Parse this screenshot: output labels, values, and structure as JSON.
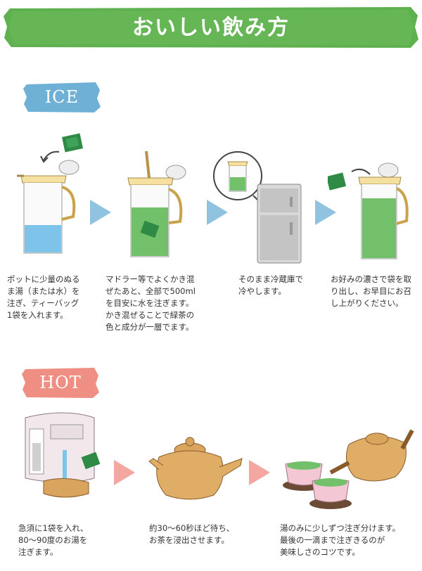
{
  "title": "おいしい飲み方",
  "ice": {
    "label": "ICE",
    "steps": [
      {
        "lines": [
          "ポットに少量のぬる",
          "ま湯（または水）を",
          "注ぎ、ティーバッグ",
          "1袋を入れます。"
        ]
      },
      {
        "lines": [
          "マドラー等でよくかき混",
          "ぜたあと、全部で500ml",
          "を目安に水を注ぎます。",
          "かき混ぜることで緑茶の",
          "色と成分が一層でます。"
        ]
      },
      {
        "lines": [
          "そのまま冷蔵庫で",
          "冷やします。"
        ]
      },
      {
        "lines": [
          "お好みの濃さで袋を取",
          "り出し、お早目にお召",
          "し上がりください。"
        ]
      }
    ]
  },
  "hot": {
    "label": "HOT",
    "steps": [
      {
        "lines": [
          "急須に1袋を入れ、",
          "80〜90度のお湯を",
          "注ぎます。"
        ]
      },
      {
        "lines": [
          "約30〜60秒ほど待ち、",
          "お茶を浸出させます。"
        ]
      },
      {
        "lines": [
          "湯のみに少しずつ注ぎ分けます。",
          "最後の一滴まで注ぎきるのが",
          "美味しさのコツです。"
        ]
      }
    ]
  },
  "colors": {
    "banner": "#5fb04f",
    "ice_pill": "#6fb0d6",
    "hot_pill": "#ef8f83",
    "ice_arrow": "#8fc3df",
    "hot_arrow": "#f4a6a0",
    "green_tea": "#72c16a",
    "water": "#7ec4ea",
    "teapot": "#d9a45e"
  }
}
